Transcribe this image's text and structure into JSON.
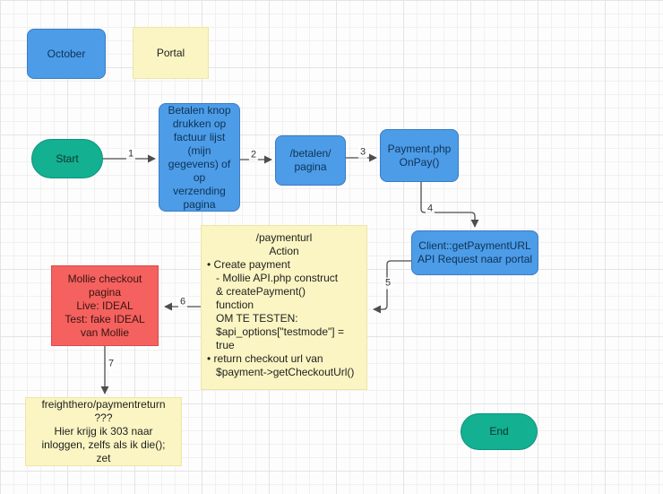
{
  "diagram": {
    "nodes": {
      "october": {
        "label": "October"
      },
      "portal": {
        "label": "Portal"
      },
      "start": {
        "label": "Start"
      },
      "betalen_knop": {
        "label": "Betalen knop\ndrukken op\nfactuur lijst\n(mijn\ngegevens) of\nop\nverzending\npagina"
      },
      "betalen_pagina": {
        "label": "/betalen/\npagina"
      },
      "payment_onpay": {
        "label": "Payment.php\nOnPay()"
      },
      "client_getpaymenturl": {
        "label": "Client::getPaymentURL\nAPI Request naar portal"
      },
      "paymenturl_action": {
        "title": "/paymenturl\nAction",
        "body": "• Create payment\n   - Mollie API.php construct\n   & createPayment()\n   function\n   OM TE TESTEN:\n   $api_options[\"testmode\"] =\n   true\n• return checkout url van\n   $payment->getCheckoutUrl()"
      },
      "mollie_checkout": {
        "label": "Mollie checkout\npagina\nLive: IDEAL\nTest: fake IDEAL\nvan Mollie"
      },
      "payment_return": {
        "label": "freighthero/paymentreturn\n???\nHier krijg ik 303 naar\ninloggen, zelfs als ik die();\nzet"
      },
      "end": {
        "label": "End"
      }
    },
    "edges": {
      "e1": {
        "label": "1"
      },
      "e2": {
        "label": "2"
      },
      "e3": {
        "label": "3"
      },
      "e4": {
        "label": "4"
      },
      "e5": {
        "label": "5"
      },
      "e6": {
        "label": "6"
      },
      "e7": {
        "label": "7"
      }
    },
    "colors": {
      "node_blue": "#4D9CE8",
      "node_blue_border": "#3A7CC4",
      "node_yellow": "#FAF5C2",
      "node_yellow_border": "#EDE6A8",
      "node_green": "#13B092",
      "node_green_border": "#0E9479",
      "node_red": "#F4615E",
      "node_red_border": "#D94B49",
      "edge": "#4D4D4D"
    }
  }
}
